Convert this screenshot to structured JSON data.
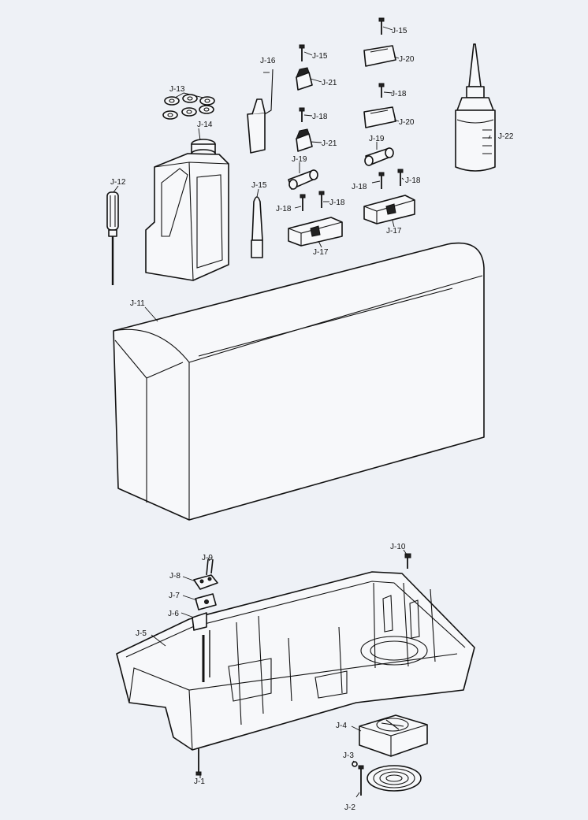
{
  "labels": {
    "j1": "J-1",
    "j2": "J-2",
    "j3": "J-3",
    "j4": "J-4",
    "j5": "J-5",
    "j6": "J-6",
    "j7": "J-7",
    "j8": "J-8",
    "j9": "J-9",
    "j10": "J-10",
    "j11": "J-11",
    "j12": "J-12",
    "j13": "J-13",
    "j14": "J-14",
    "j15": "J-15",
    "j16": "J-16",
    "j17": "J-17",
    "j18": "J-18",
    "j19": "J-19",
    "j20": "J-20",
    "j21": "J-21",
    "j22": "J-22"
  }
}
